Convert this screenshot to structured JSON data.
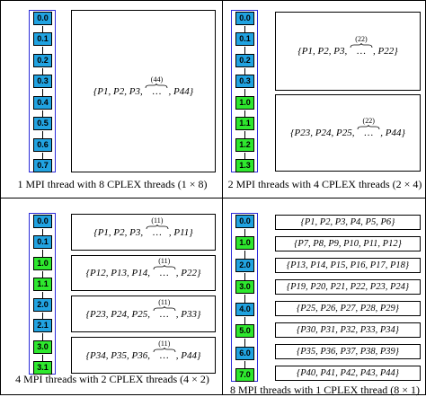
{
  "colors": {
    "blue": "#21a3e1",
    "green": "#2ee82e",
    "chain_border": "#2b2bd8"
  },
  "panels": [
    {
      "caption": "1 MPI thread with 8 CPLEX threads (1 × 8)",
      "nodes": [
        {
          "label": "0.0",
          "color": "blue"
        },
        {
          "label": "0.1",
          "color": "blue"
        },
        {
          "label": "0.2",
          "color": "blue"
        },
        {
          "label": "0.3",
          "color": "blue"
        },
        {
          "label": "0.4",
          "color": "blue"
        },
        {
          "label": "0.5",
          "color": "blue"
        },
        {
          "label": "0.6",
          "color": "blue"
        },
        {
          "label": "0.7",
          "color": "blue"
        }
      ],
      "sets": [
        {
          "lead": "{P1,  P2,  P3,",
          "dots": "…",
          "count": "(44)",
          "tail": "P44}"
        }
      ]
    },
    {
      "caption": "2 MPI threads with 4 CPLEX threads (2 × 4)",
      "nodes": [
        {
          "label": "0.0",
          "color": "blue"
        },
        {
          "label": "0.1",
          "color": "blue"
        },
        {
          "label": "0.2",
          "color": "blue"
        },
        {
          "label": "0.3",
          "color": "blue"
        },
        {
          "label": "1.0",
          "color": "green"
        },
        {
          "label": "1.1",
          "color": "green"
        },
        {
          "label": "1.2",
          "color": "green"
        },
        {
          "label": "1.3",
          "color": "green"
        }
      ],
      "sets": [
        {
          "lead": "{P1,  P2,  P3,",
          "dots": "…",
          "count": "(22)",
          "tail": "P22}"
        },
        {
          "lead": "{P23,  P24,  P25,",
          "dots": "…",
          "count": "(22)",
          "tail": "P44}"
        }
      ]
    },
    {
      "caption": "4 MPI threads with 2 CPLEX threads (4 × 2)",
      "nodes": [
        {
          "label": "0.0",
          "color": "blue"
        },
        {
          "label": "0.1",
          "color": "blue"
        },
        {
          "label": "1.0",
          "color": "green"
        },
        {
          "label": "1.1",
          "color": "green"
        },
        {
          "label": "2.0",
          "color": "blue"
        },
        {
          "label": "2.1",
          "color": "blue"
        },
        {
          "label": "3.0",
          "color": "green"
        },
        {
          "label": "3.1",
          "color": "green"
        }
      ],
      "sets": [
        {
          "lead": "{P1,  P2,  P3,",
          "dots": "…",
          "count": "(11)",
          "tail": "P11}"
        },
        {
          "lead": "{P12,  P13,  P14,",
          "dots": "…",
          "count": "(11)",
          "tail": "P22}"
        },
        {
          "lead": "{P23,  P24,  P25,",
          "dots": "…",
          "count": "(11)",
          "tail": "P33}"
        },
        {
          "lead": "{P34,  P35,  P36,",
          "dots": "…",
          "count": "(11)",
          "tail": "P44}"
        }
      ]
    },
    {
      "caption": "8 MPI threads with 1 CPLEX thread (8 × 1)",
      "nodes": [
        {
          "label": "0.0",
          "color": "blue"
        },
        {
          "label": "1.0",
          "color": "green"
        },
        {
          "label": "2.0",
          "color": "blue"
        },
        {
          "label": "3.0",
          "color": "green"
        },
        {
          "label": "4.0",
          "color": "blue"
        },
        {
          "label": "5.0",
          "color": "green"
        },
        {
          "label": "6.0",
          "color": "blue"
        },
        {
          "label": "7.0",
          "color": "green"
        }
      ],
      "sets": [
        {
          "text": "{P1,  P2,  P3,  P4,  P5,  P6}"
        },
        {
          "text": "{P7,  P8,  P9,  P10, P11, P12}"
        },
        {
          "text": "{P13, P14, P15, P16, P17, P18}"
        },
        {
          "text": "{P19, P20, P21, P22, P23, P24}"
        },
        {
          "text": "{P25,  P26,  P27,  P28,  P29}"
        },
        {
          "text": "{P30,  P31,  P32,  P33,  P34}"
        },
        {
          "text": "{P35,  P36,  P37,  P38,  P39}"
        },
        {
          "text": "{P40,  P41,  P42,  P43,  P44}"
        }
      ]
    }
  ]
}
